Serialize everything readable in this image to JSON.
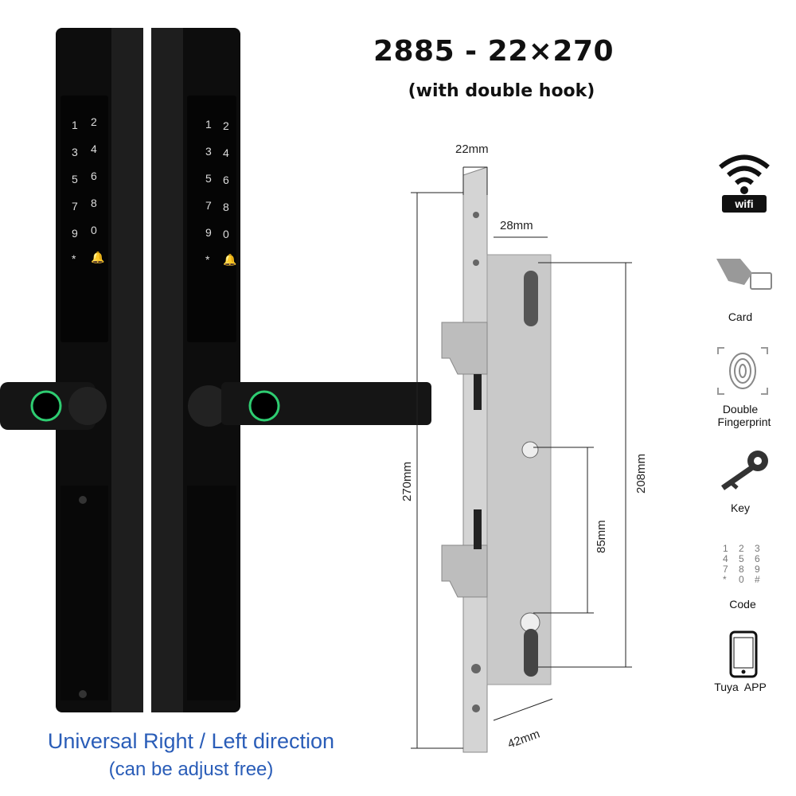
{
  "header": {
    "title": "2885 - 22×270",
    "subtitle": "(with double hook)"
  },
  "caption": {
    "line1": "Universal Right / Left direction",
    "line2": "(can be adjust free)"
  },
  "keypad": {
    "keys": [
      "1",
      "2",
      "3",
      "4",
      "5",
      "6",
      "7",
      "8",
      "9",
      "0",
      "*"
    ]
  },
  "dimensions": {
    "width_face": "22mm",
    "backset": "28mm",
    "total_length": "270mm",
    "hook_span": "208mm",
    "center_distance": "85mm",
    "body_depth": "42mm"
  },
  "features": {
    "wifi_label": "wifi",
    "card": "Card",
    "fingerprint_line1": "Double",
    "fingerprint_line2": "Fingerprint",
    "key": "Key",
    "code": "Code",
    "app": "Tuya  APP",
    "code_digits": [
      "1",
      "2",
      "3",
      "4",
      "5",
      "6",
      "7",
      "8",
      "9",
      "*",
      "0",
      "#"
    ]
  },
  "colors": {
    "lock_body": "#111111",
    "fingerprint_ring": "#2ecc71",
    "caption": "#2a5db8",
    "mortise": "#c9c9c9"
  }
}
